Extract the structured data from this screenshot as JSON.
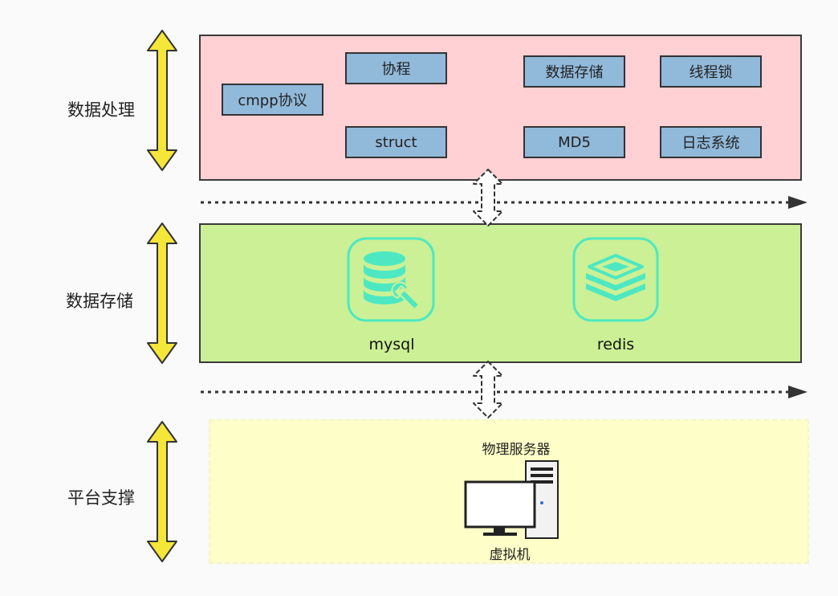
{
  "layers": {
    "processing": {
      "label": "数据处理",
      "modules": [
        "cmpp协议",
        "协程",
        "struct",
        "数据存储",
        "MD5",
        "线程锁",
        "日志系统"
      ]
    },
    "storage": {
      "label": "数据存储",
      "databases": [
        {
          "name": "mysql",
          "icon": "mysql-database-icon"
        },
        {
          "name": "redis",
          "icon": "redis-stack-icon"
        }
      ]
    },
    "platform": {
      "label": "平台支撑",
      "server_title": "物理服务器",
      "vm_label": "虚拟机",
      "icon": "server-computer-icon"
    }
  },
  "colors": {
    "processing_fill": "#ffd0d4",
    "storage_fill": "#ccf095",
    "platform_fill": "#fefec8",
    "module_fill": "#91b9da",
    "layer_arrow": "#f5e63a",
    "db_icon": "#4de8c2"
  }
}
